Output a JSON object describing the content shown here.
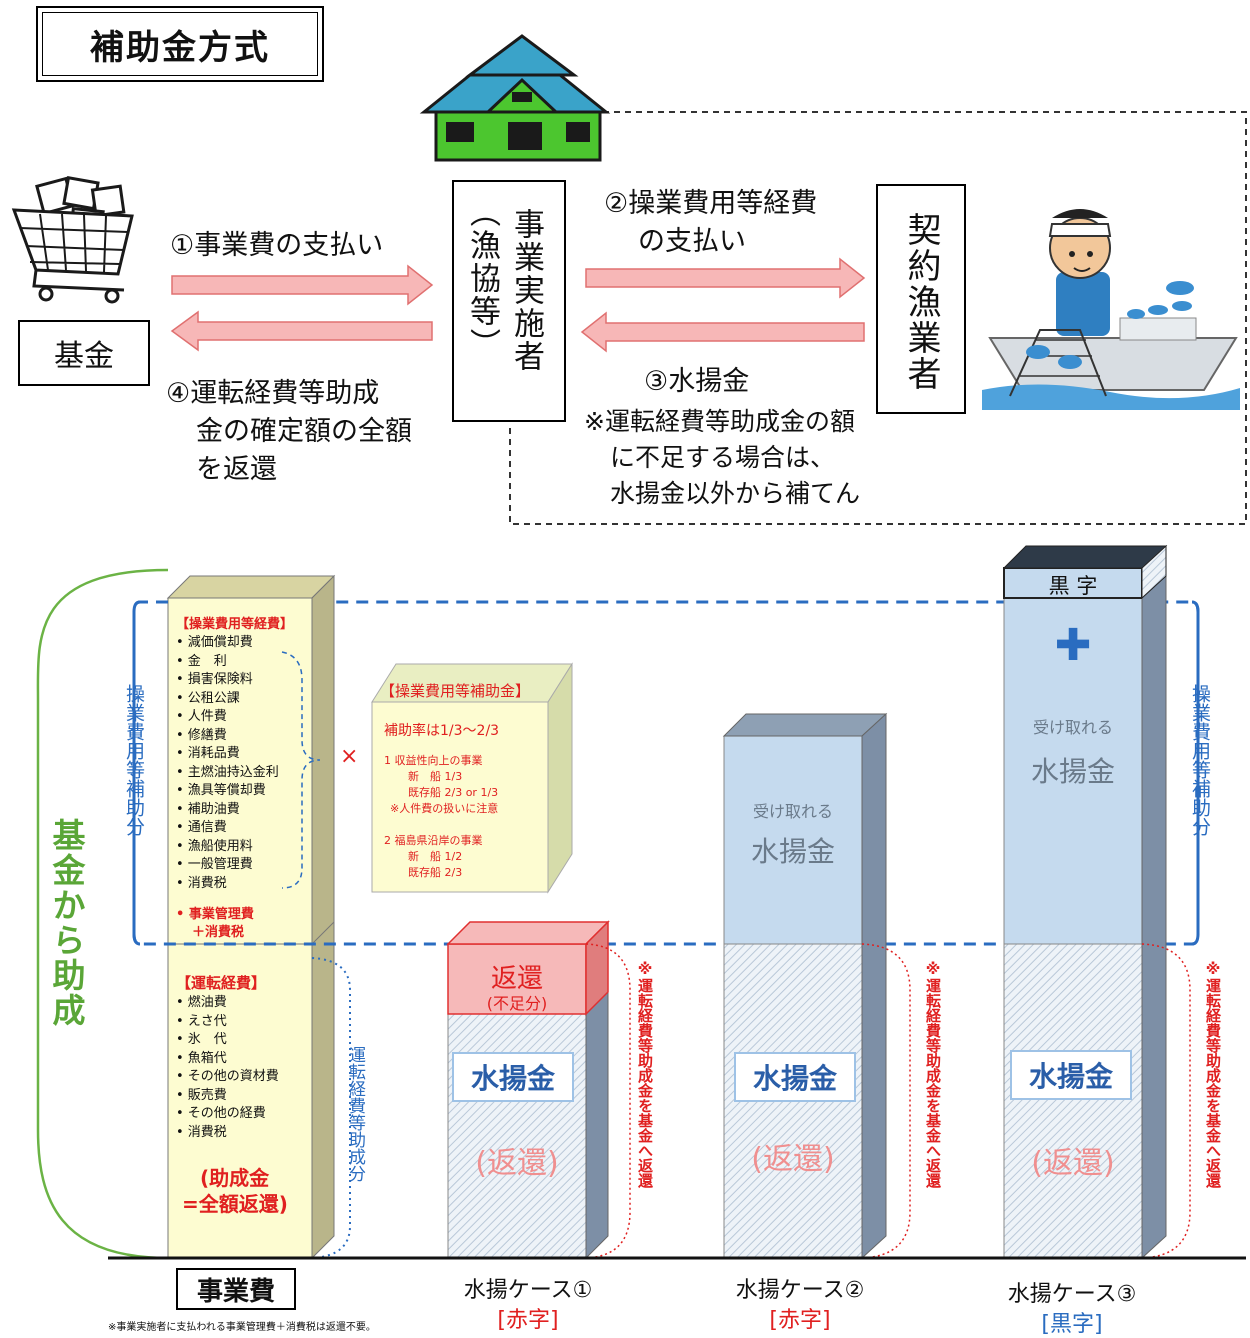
{
  "title": "補助金方式",
  "top": {
    "fund_label": "基金",
    "operator_label": "事業実施者",
    "operator_sub": "（漁協等）",
    "fisher_label": "契約漁業者",
    "arrow1": "①事業費の支払い",
    "arrow2_line1": "②操業費用等経費",
    "arrow2_line2": "の支払い",
    "arrow3": "③水揚金",
    "arrow4_line1": "④運転経費等助成",
    "arrow4_line2": "金の確定額の全額",
    "arrow4_line3": "を返還",
    "note_line1": "※運転経費等助成金の額",
    "note_line2": "に不足する場合は、",
    "note_line3": "水揚金以外から補てん"
  },
  "bottom": {
    "left_group_label": "基金から助成",
    "subsidy_side_label": "操業費用等補助分",
    "running_side_label": "運転経費等助成分",
    "ops_expense_header": "【操業費用等経費】",
    "ops_expense_items": [
      "減価償却費",
      "金　利",
      "損害保険料",
      "公租公課",
      "人件費",
      "修繕費",
      "消耗品費",
      "主燃油持込金利",
      "漁具等償却費",
      "補助油費",
      "通信費",
      "漁船使用料",
      "一般管理費",
      "消費税"
    ],
    "mgmt_line1": "事業管理費",
    "mgmt_line2": "＋消費税",
    "running_header": "【運転経費】",
    "running_items": [
      "燃油費",
      "えさ代",
      "氷　代",
      "魚箱代",
      "その他の資材費",
      "販売費",
      "その他の経費",
      "消費税"
    ],
    "running_note1": "(助成金",
    "running_note2": "=全額返還)",
    "times": "×",
    "subsidy_box_header": "【操業費用等補助金】",
    "subsidy_rate": "補助率は1/3～2/3",
    "subsidy_l1": "1 収益性向上の事業",
    "subsidy_l2": "新　船 1/3",
    "subsidy_l3": "既存船 2/3 or 1/3",
    "subsidy_l4": "※人件費の扱いに注意",
    "subsidy_l5": "2 福島県沿岸の事業",
    "subsidy_l6": "新　船 1/2",
    "subsidy_l7": "既存船 2/3",
    "case1_refund": "返還",
    "case1_refund_sub": "(不足分)",
    "landing": "水揚金",
    "refund_paren": "(返還)",
    "receivable": "受け取れる",
    "receivable_landing": "水揚金",
    "surplus": "黒 字",
    "plus": "✚",
    "side_note": "※運転経費等助成金を基金へ返還",
    "biz_cost_label": "事業費",
    "case1_label": "水揚ケース①",
    "case1_tag": "[赤字]",
    "case2_label": "水揚ケース②",
    "case2_tag": "[赤字]",
    "case3_label": "水揚ケース③",
    "case3_tag": "[黒字]",
    "footnote": "※事業実施者に支払われる事業管理費＋消費税は返還不要。"
  },
  "colors": {
    "pink_arrow": "#f7b7b7",
    "yellow": "#fdfcd1",
    "light_blue": "#c5daee",
    "red_box": "#f6b9b9",
    "blue_dash": "#2a6cc0",
    "green_line": "#6bb345"
  }
}
